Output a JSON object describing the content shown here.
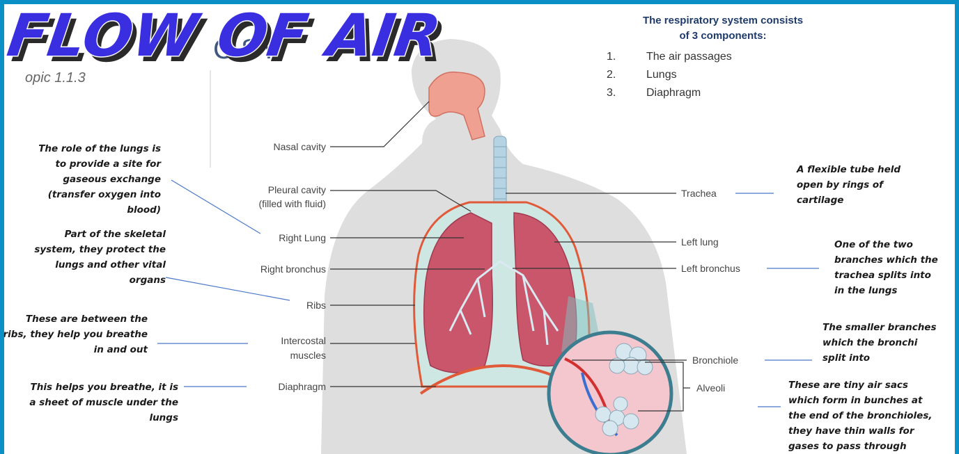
{
  "title": "FLOW OF AIR",
  "background_fragments": {
    "heading": "C  SY",
    "subheading": "opic 1.1.3"
  },
  "system_box": {
    "heading_line1": "The respiratory system consists",
    "heading_line2": "of 3 components:",
    "items": [
      {
        "num": "1.",
        "text": "The air passages"
      },
      {
        "num": "2.",
        "text": "Lungs"
      },
      {
        "num": "3.",
        "text": "Diaphragm"
      }
    ]
  },
  "labels": {
    "nasal_cavity": "Nasal cavity",
    "pleural_cavity_1": "Pleural cavity",
    "pleural_cavity_2": "(filled with fluid)",
    "right_lung": "Right Lung",
    "right_bronchus": "Right bronchus",
    "ribs": "Ribs",
    "intercostal_1": "Intercostal",
    "intercostal_2": "muscles",
    "diaphragm": "Diaphragm",
    "trachea": "Trachea",
    "left_lung": "Left lung",
    "left_bronchus": "Left bronchus",
    "bronchiole": "Bronchiole",
    "alveoli": "Alveoli"
  },
  "notes": {
    "lungs": [
      "The role of the lungs is",
      "to provide a site for",
      "gaseous exchange",
      "(transfer oxygen into",
      "blood)"
    ],
    "ribs": [
      "Part of the skeletal",
      "system, they protect the",
      "lungs and other vital",
      "organs"
    ],
    "intercostal": [
      "These are between the",
      "ribs, they help you breathe",
      "in and out"
    ],
    "diaphragm": [
      "This helps you breathe, it is",
      "a sheet of muscle under the",
      "lungs"
    ],
    "trachea": [
      "A flexible tube held",
      "open by rings of",
      "cartilage"
    ],
    "bronchus": [
      "One of the two",
      "branches which the",
      "trachea splits into",
      "in the lungs"
    ],
    "bronchiole": [
      "The smaller branches",
      "which the bronchi",
      "split into"
    ],
    "alveoli": [
      "These are tiny air sacs",
      "which form in bunches at",
      "the end of the bronchioles,",
      "they have thin walls for",
      "gases to pass through"
    ]
  },
  "colors": {
    "frame": "#0b8fc7",
    "title": "#3a2fe0",
    "lung": "#c9566a",
    "body": "#dcdcdc",
    "trachea": "#a9c8d8",
    "arrow": "#4a78c8"
  }
}
